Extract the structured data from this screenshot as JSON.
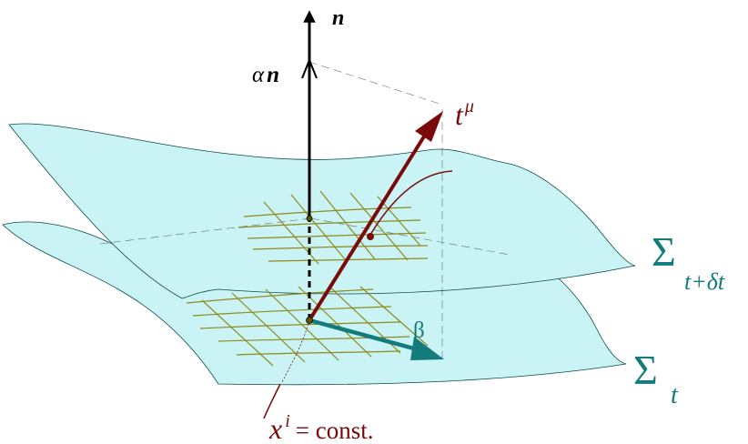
{
  "labels": {
    "n": "n",
    "alpha": "α",
    "alpha_n_vec": "n",
    "t": "t",
    "t_sup": "μ",
    "beta": "β",
    "sigma": "Σ",
    "sigma_upper_sub": "t+δt",
    "sigma_lower_sub": "t",
    "x": "x",
    "x_sup": "i",
    "const": "= const."
  },
  "colors": {
    "sheet_fill": "#c9f3f5",
    "grid": "#8f8a1c",
    "normal": "#000000",
    "time_vector": "#7a0a0a",
    "shift": "#137b7b"
  }
}
